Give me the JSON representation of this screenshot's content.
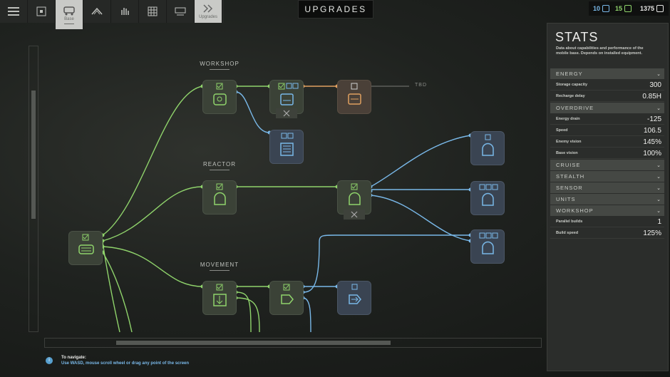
{
  "topbar": {
    "items": [
      {
        "icon": "list-icon",
        "label": ""
      },
      {
        "icon": "target-frame-icon",
        "label": ""
      },
      {
        "icon": "base-vehicle-icon",
        "label": "Base"
      },
      {
        "icon": "wing-icon",
        "label": ""
      },
      {
        "icon": "hand-icon",
        "label": ""
      },
      {
        "icon": "grid-icon",
        "label": ""
      },
      {
        "icon": "screen-icon",
        "label": ""
      },
      {
        "icon": "upgrades-chevrons-icon",
        "label": "Upgrades"
      }
    ],
    "active": "Base"
  },
  "title": "UPGRADES",
  "resources": [
    {
      "value": "10",
      "icon": "crystal-icon",
      "color": "#79b8e8"
    },
    {
      "value": "15",
      "icon": "component-icon",
      "color": "#8fd36b"
    },
    {
      "value": "1375",
      "icon": "scrap-icon",
      "color": "#e8e8e6"
    }
  ],
  "tree": {
    "sections": [
      "WORKSHOP",
      "REACTOR",
      "MOVEMENT"
    ],
    "tbd": "TBD"
  },
  "hint": {
    "title": "To navigate:",
    "text": "Use WASD, mouse scroll wheel or drag any point of the screen"
  },
  "stats": {
    "title": "STATS",
    "description": "Data about capabilities and performance of the mobile base. Depends on installed equipment.",
    "groups": [
      {
        "name": "ENERGY",
        "rows": [
          {
            "label": "Storage capacity",
            "value": "300"
          },
          {
            "label": "Recharge delay",
            "value": "0.85H"
          }
        ]
      },
      {
        "name": "OVERDRIVE",
        "rows": [
          {
            "label": "Energy drain",
            "value": "-125"
          },
          {
            "label": "Speed",
            "value": "106.5"
          },
          {
            "label": "Enemy vision",
            "value": "145%"
          },
          {
            "label": "Base vision",
            "value": "100%"
          }
        ]
      },
      {
        "name": "CRUISE",
        "rows": []
      },
      {
        "name": "STEALTH",
        "rows": []
      },
      {
        "name": "SENSOR",
        "rows": []
      },
      {
        "name": "UNITS",
        "rows": []
      },
      {
        "name": "WORKSHOP",
        "rows": [
          {
            "label": "Parallel builds",
            "value": "1"
          },
          {
            "label": "Build speed",
            "value": "125%"
          }
        ]
      }
    ]
  },
  "colors": {
    "green": "#8fd36b",
    "blue": "#79b8e8",
    "orange": "#e0a060"
  }
}
